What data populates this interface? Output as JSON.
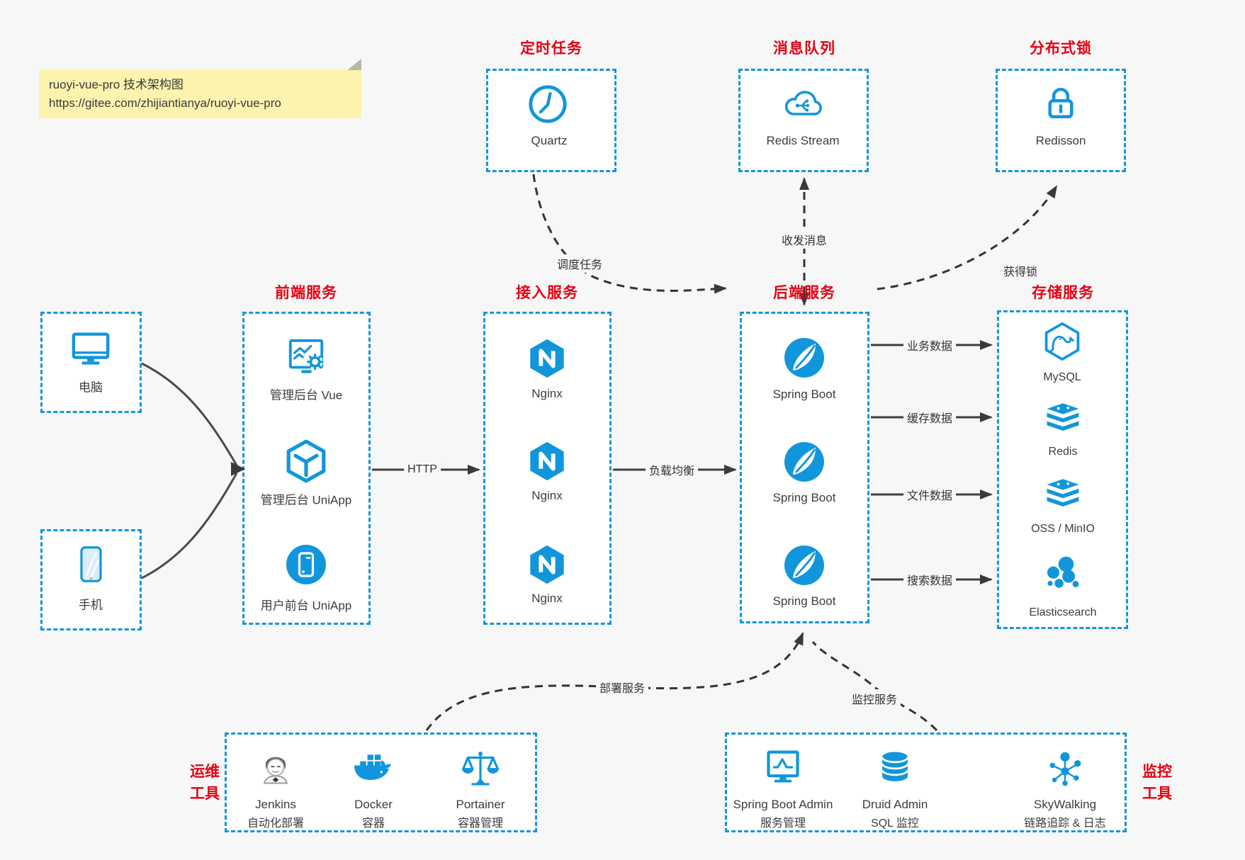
{
  "title": "ruoyi-vue-pro 技术架构图",
  "colors": {
    "accent_blue": "#1296db",
    "title_red": "#e60012",
    "line_gray": "#3f3f3f",
    "background": "#f7f7f7",
    "box_background": "#ffffff",
    "note_background": "#fbf3ae"
  },
  "note": {
    "line1": "ruoyi-vue-pro 技术架构图",
    "line2": "https://gitee.com/zhijiantianya/ruoyi-vue-pro"
  },
  "top_groups": [
    {
      "title": "定时任务",
      "item": {
        "icon": "clock-icon",
        "label": "Quartz"
      }
    },
    {
      "title": "消息队列",
      "item": {
        "icon": "cloud-stream-icon",
        "label": "Redis Stream"
      }
    },
    {
      "title": "分布式锁",
      "item": {
        "icon": "lock-icon",
        "label": "Redisson"
      }
    }
  ],
  "clients": [
    {
      "icon": "desktop-icon",
      "label": "电脑"
    },
    {
      "icon": "phone-icon",
      "label": "手机"
    }
  ],
  "service_columns": [
    {
      "title": "前端服务",
      "items": [
        {
          "icon": "admin-vue-icon",
          "label": "管理后台 Vue"
        },
        {
          "icon": "uniapp-cube-icon",
          "label": "管理后台 UniApp"
        },
        {
          "icon": "user-app-icon",
          "label": "用户前台 UniApp"
        }
      ]
    },
    {
      "title": "接入服务",
      "items": [
        {
          "icon": "nginx-icon",
          "label": "Nginx"
        },
        {
          "icon": "nginx-icon",
          "label": "Nginx"
        },
        {
          "icon": "nginx-icon",
          "label": "Nginx"
        }
      ]
    },
    {
      "title": "后端服务",
      "items": [
        {
          "icon": "spring-icon",
          "label": "Spring Boot"
        },
        {
          "icon": "spring-icon",
          "label": "Spring Boot"
        },
        {
          "icon": "spring-icon",
          "label": "Spring Boot"
        }
      ]
    },
    {
      "title": "存储服务",
      "items": [
        {
          "icon": "mysql-icon",
          "label": "MySQL"
        },
        {
          "icon": "redis-stack-icon",
          "label": "Redis"
        },
        {
          "icon": "redis-stack-icon",
          "label": "OSS / MinIO"
        },
        {
          "icon": "elasticsearch-icon",
          "label": "Elasticsearch"
        }
      ]
    }
  ],
  "tool_groups": [
    {
      "title_lines": [
        "运维",
        "工具"
      ],
      "items": [
        {
          "icon": "jenkins-icon",
          "label": "Jenkins",
          "sublabel": "自动化部署"
        },
        {
          "icon": "docker-icon",
          "label": "Docker",
          "sublabel": "容器"
        },
        {
          "icon": "portainer-icon",
          "label": "Portainer",
          "sublabel": "容器管理"
        }
      ]
    },
    {
      "title_lines": [
        "监控",
        "工具"
      ],
      "items": [
        {
          "icon": "spring-boot-admin-icon",
          "label": "Spring Boot Admin",
          "sublabel": "服务管理"
        },
        {
          "icon": "druid-icon",
          "label": "Druid Admin",
          "sublabel": "SQL 监控"
        },
        {
          "icon": "skywalking-icon",
          "label": "SkyWalking",
          "sublabel": "链路追踪 & 日志"
        }
      ]
    }
  ],
  "edge_labels": {
    "http": "HTTP",
    "load_balance": "负载均衡",
    "schedule": "调度任务",
    "message": "收发消息",
    "lock": "获得锁",
    "business_data": "业务数据",
    "cache_data": "缓存数据",
    "file_data": "文件数据",
    "search_data": "搜索数据",
    "deploy": "部署服务",
    "monitor": "监控服务"
  }
}
